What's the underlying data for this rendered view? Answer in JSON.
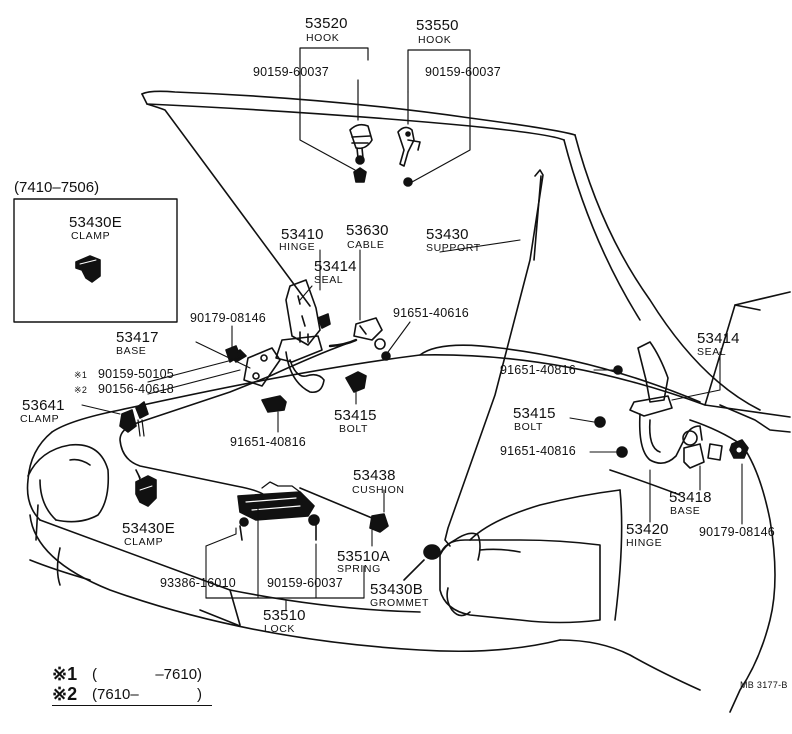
{
  "diagram": {
    "date_range_box": "(7410–7506)",
    "parts": {
      "p53520": {
        "num": "53520",
        "name": "HOOK"
      },
      "p53550": {
        "num": "53550",
        "name": "HOOK"
      },
      "p53430E_box": {
        "num": "53430E",
        "name": "CLAMP"
      },
      "p53410": {
        "num": "53410",
        "name": "HINGE"
      },
      "p53630": {
        "num": "53630",
        "name": "CABLE"
      },
      "p53430": {
        "num": "53430",
        "name": "SUPPORT"
      },
      "p53414_left": {
        "num": "53414",
        "name": "SEAL"
      },
      "p53414_right": {
        "num": "53414",
        "name": "SEAL"
      },
      "p53417": {
        "num": "53417",
        "name": "BASE"
      },
      "p53641": {
        "num": "53641",
        "name": "CLAMP"
      },
      "p53415_mid": {
        "num": "53415",
        "name": "BOLT"
      },
      "p53415_right": {
        "num": "53415",
        "name": "BOLT"
      },
      "p53438": {
        "num": "53438",
        "name": "CUSHION"
      },
      "p53430E_low": {
        "num": "53430E",
        "name": "CLAMP"
      },
      "p53510A": {
        "num": "53510A",
        "name": "SPRING"
      },
      "p53430B": {
        "num": "53430B",
        "name": "GROMMET"
      },
      "p53510": {
        "num": "53510",
        "name": "LOCK"
      },
      "p53418": {
        "num": "53418",
        "name": "BASE"
      },
      "p53420": {
        "num": "53420",
        "name": "HINGE"
      }
    },
    "refs": {
      "r90159_60037_left": "90159-60037",
      "r90159_60037_right": "90159-60037",
      "r90179_08146_left": "90179-08146",
      "r91651_40616": "91651-40616",
      "r90159_50105": "90159-50105",
      "r90156_40618": "90156-40618",
      "r91651_40816_right_upper": "91651-40816",
      "r91651_40816_mid": "91651-40816",
      "r91651_40816_right_lower": "91651-40816",
      "r90179_08146_right": "90179-08146",
      "r93386_16010": "93386-16010",
      "r90159_60037_bottom": "90159-60037"
    },
    "marks": {
      "m1": "※1",
      "m2": "※2"
    },
    "notes": {
      "n1_mark": "※1",
      "n1_text": "(              –7610)",
      "n2_mark": "※2",
      "n2_text": "(7610–              )"
    },
    "catalog_code": "MB 3177-B",
    "ink_color": "#111111"
  }
}
